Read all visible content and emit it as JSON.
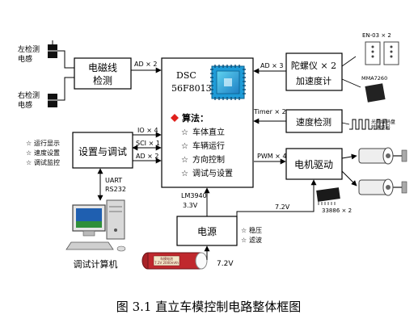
{
  "blocks": {
    "electromag": [
      "电磁线",
      "检测"
    ],
    "settings": "设置与调试",
    "dsc": [
      "DSC",
      "56F8013"
    ],
    "gyro": [
      "陀螺仪 × 2",
      "加速度计"
    ],
    "speed": "速度检测",
    "motor": "电机驱动",
    "power": "电源"
  },
  "sensors": {
    "left": [
      "左检测",
      "电感"
    ],
    "right": [
      "右检测",
      "电感"
    ]
  },
  "algorithm": {
    "title": "算法：",
    "items": [
      "车体直立",
      "车辆运行",
      "方向控制",
      "调试与设置"
    ]
  },
  "settings_items": [
    "运行显示",
    "速度设置",
    "调试监控"
  ],
  "power_items": [
    "稳压",
    "滤波"
  ],
  "signals": {
    "ad2_top": "AD × 2",
    "ad3": "AD × 3",
    "timer2": "Timer × 2",
    "io4": "IO × 4",
    "sci1": "SCI × 1",
    "ad2_bottom": "AD × 2",
    "pwm4": "PWM × 4",
    "uart": [
      "UART",
      "RS232"
    ],
    "lm3940": [
      "LM3940",
      "3.3V"
    ],
    "v72_right": "7.2V",
    "v72_battery": "7.2V"
  },
  "chips": {
    "en03": "EN-03 × 2",
    "mma7260": "MMA7260",
    "driver": "33886 × 2",
    "encoder": [
      "光电编码盘",
      "转速信号"
    ]
  },
  "pc_label": "调试计算机",
  "battery_label": [
    "车模电池",
    "7.2V 2000mAh"
  ],
  "caption": "图 3.1    直立车模控制电路整体框图",
  "colors": {
    "stroke": "#000000",
    "chip_blue": "#1e9bd7",
    "chip_cyan": "#35c6e8",
    "algo_red": "#e0201c",
    "battery_red": "#c0282d"
  },
  "icons": {
    "bullet": "star-outline-icon",
    "algo_marker": "red-diamond-icon"
  }
}
